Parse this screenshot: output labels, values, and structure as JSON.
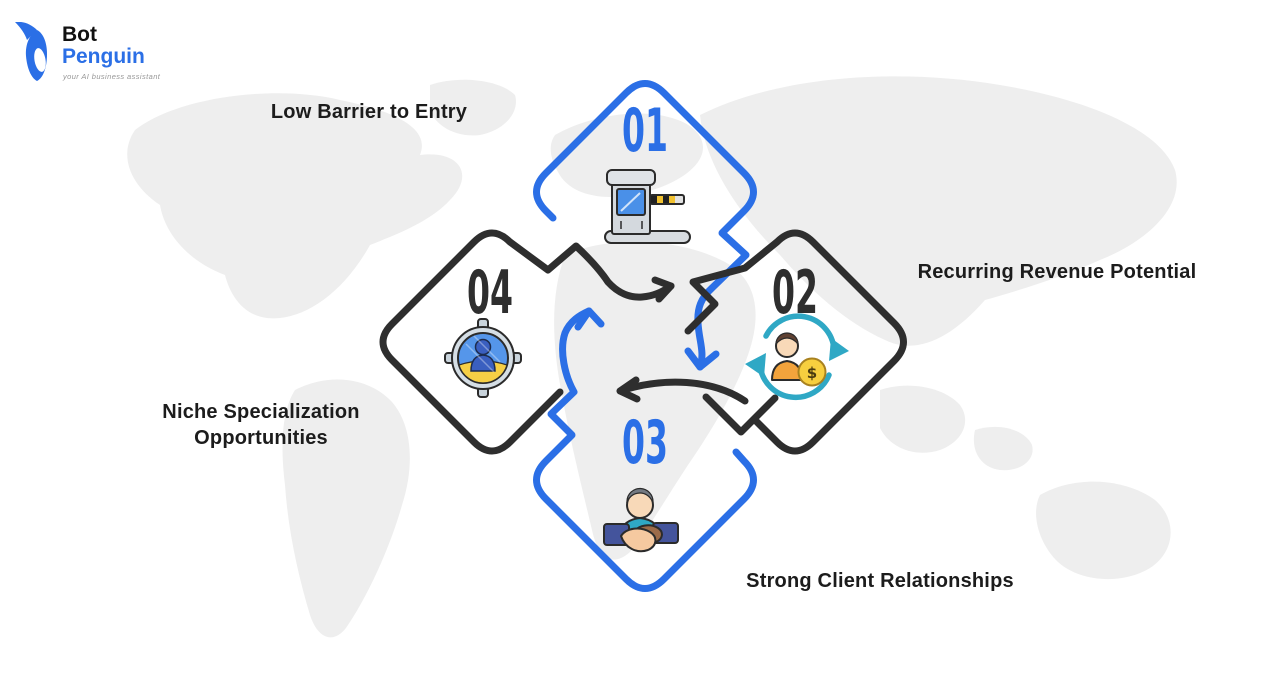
{
  "logo": {
    "brand_top": "Bot",
    "brand_bottom": "Penguin",
    "tagline": "your AI business assistant"
  },
  "steps": [
    {
      "number": "01",
      "label": "Low Barrier to Entry",
      "icon": "toll-barrier-icon",
      "accent": "#2b6fe6"
    },
    {
      "number": "02",
      "label": "Recurring Revenue Potential",
      "icon": "recurring-customer-revenue-icon",
      "accent": "#2e2e2e"
    },
    {
      "number": "03",
      "label": "Strong Client Relationships",
      "icon": "handshake-icon",
      "accent": "#2b6fe6"
    },
    {
      "number": "04",
      "label": "Niche Specialization Opportunities",
      "icon": "target-person-icon",
      "accent": "#2e2e2e"
    }
  ],
  "icon_text": {
    "dollar_sign": "$"
  },
  "flow": [
    "01-to-02",
    "02-to-03",
    "03-to-04",
    "04-to-01"
  ],
  "colors": {
    "blue": "#2b6fe6",
    "dark": "#2e2e2e",
    "map": "#eeeeee",
    "background": "#ffffff",
    "teal": "#2fa8c5",
    "coin_yellow": "#f7cf3f",
    "skin": "#f8d9b8",
    "shirt_orange": "#f2a33c",
    "sleeve_navy": "#44549c",
    "booth_gray": "#d4d9de",
    "window_blue": "#4a90e8"
  }
}
